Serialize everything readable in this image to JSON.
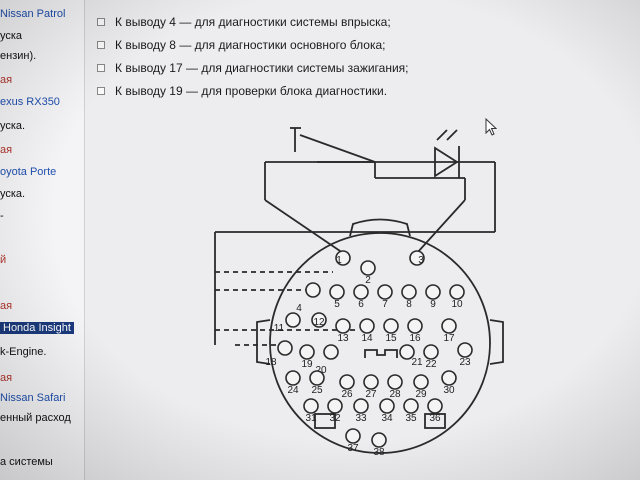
{
  "sidebar": {
    "lines": [
      {
        "text": "Nissan Patrol",
        "kind": "link"
      },
      {
        "text": "уска",
        "kind": "text"
      },
      {
        "text": "ензин).",
        "kind": "text"
      },
      {
        "text": "ая",
        "kind": "status"
      },
      {
        "text": "exus RX350",
        "kind": "link"
      },
      {
        "text": "уска.",
        "kind": "text"
      },
      {
        "text": "ая",
        "kind": "status"
      },
      {
        "text": "oyota Porte",
        "kind": "link"
      },
      {
        "text": "уска.",
        "kind": "text"
      },
      {
        "text": "-",
        "kind": "text"
      },
      {
        "text": "й",
        "kind": "status"
      },
      {
        "text": "ая",
        "kind": "status"
      },
      {
        "text": "Honda Insight",
        "kind": "hl"
      },
      {
        "text": "k-Engine.",
        "kind": "text"
      },
      {
        "text": "ая",
        "kind": "status"
      },
      {
        "text": "Nissan Safari",
        "kind": "link"
      },
      {
        "text": "енный расход",
        "kind": "text"
      },
      {
        "text": "а системы",
        "kind": "text"
      }
    ]
  },
  "main": {
    "bullets": [
      "К выводу 4 — для диагностики системы впрыска;",
      "К выводу 8 — для диагностики основного блока;",
      "К выводу 17 — для диагностики системы зажигания;",
      "К выводу 19 — для проверки блока диагностики."
    ]
  },
  "diagram": {
    "pins": [
      "1",
      "2",
      "3",
      "4",
      "5",
      "6",
      "7",
      "8",
      "9",
      "10",
      "11",
      "12",
      "13",
      "14",
      "15",
      "16",
      "17",
      "18",
      "19",
      "20",
      "21",
      "22",
      "23",
      "24",
      "25",
      "26",
      "27",
      "28",
      "29",
      "30",
      "31",
      "32",
      "33",
      "34",
      "35",
      "36",
      "37",
      "38"
    ]
  }
}
